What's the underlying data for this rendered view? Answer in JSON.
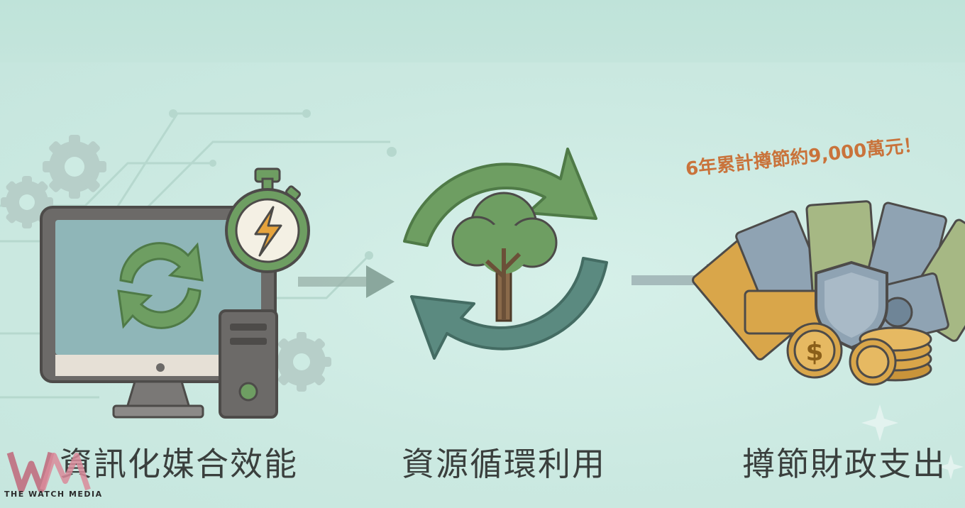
{
  "steps": [
    {
      "label": "資訊化媒合效能"
    },
    {
      "label": "資源循環利用"
    },
    {
      "label": "撙節財政支出"
    }
  ],
  "savings_note": "6年累計撙節約9,000萬元！",
  "watermark": {
    "brand": "THE WATCH MEDIA"
  },
  "icons": [
    "computer-icon",
    "recycle-arrows-icon",
    "stopwatch-lightning-icon",
    "tree-icon",
    "money-stack-icon",
    "coin-icon",
    "shield-icon",
    "gear-icon",
    "arrow-right-icon"
  ],
  "colors": {
    "background": "#cdebe3",
    "green": "#6e9e62",
    "teal": "#5b8a80",
    "monitor_frame": "#6c6a68",
    "screen": "#8fb6b8",
    "gold": "#d9a64a",
    "savings_text": "#c9733b"
  }
}
